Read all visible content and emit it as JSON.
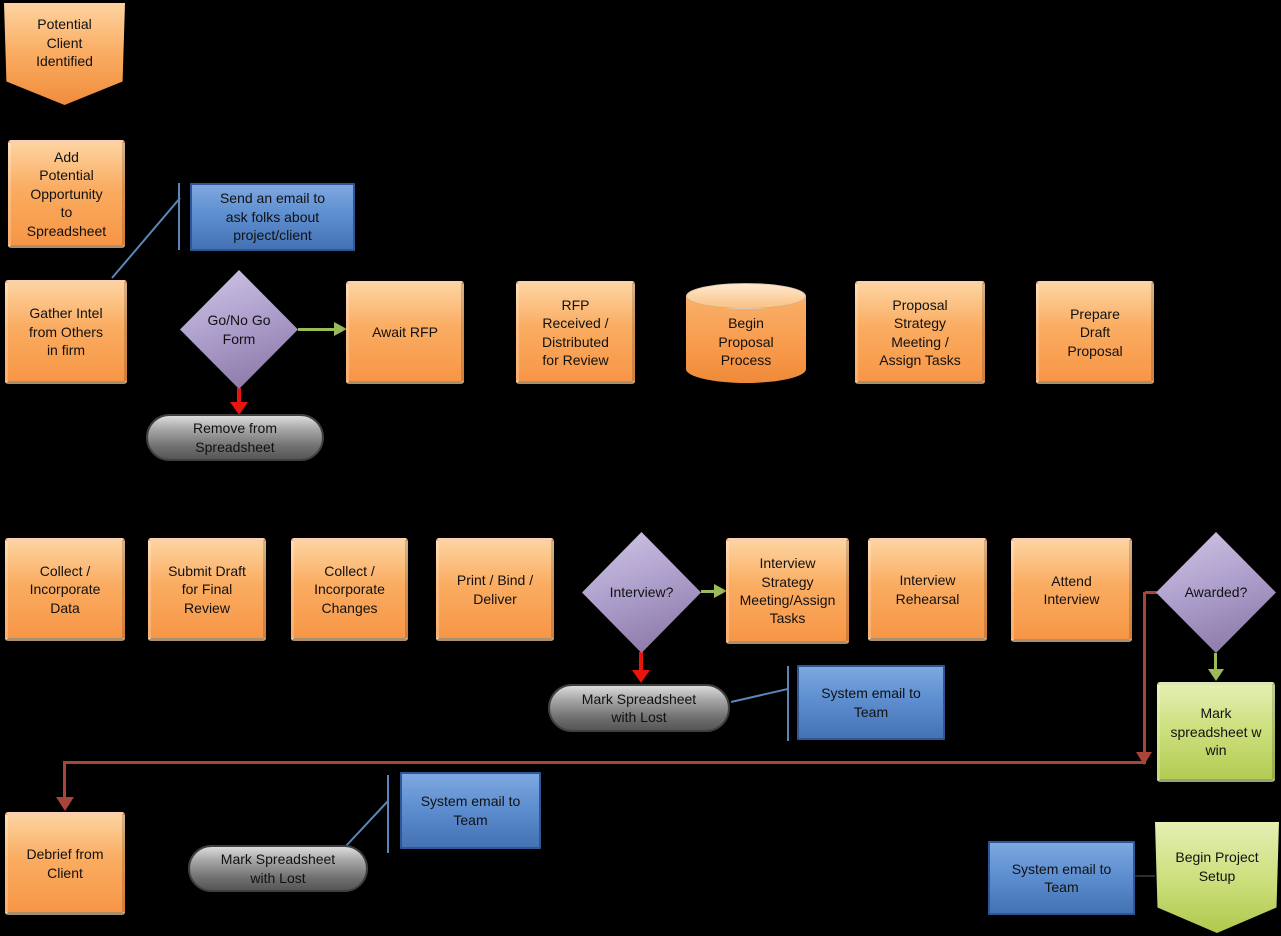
{
  "diagram": {
    "background_color": "#000000",
    "palette": {
      "process_orange": "#F79646",
      "note_blue": "#4472B4",
      "decision_purple": "#8064A2",
      "terminator_gray": "#808080",
      "win_green": "#C3D69B",
      "arrow_green": "#9BBB59",
      "arrow_red": "#E8150D",
      "arrow_dark_red": "#A94438",
      "callout_blue": "#5B87B8"
    }
  },
  "nodes": [
    {
      "id": "potential-client-identified",
      "shape": "banner",
      "fill": "orange",
      "label": "Potential\nClient\nIdentified"
    },
    {
      "id": "add-potential-opportunity",
      "shape": "box",
      "fill": "orange",
      "label": "Add\nPotential\nOpportunity\nto\nSpreadsheet"
    },
    {
      "id": "send-email-ask-folks",
      "shape": "box",
      "fill": "blue",
      "label": "Send an email to\nask folks about\nproject/client"
    },
    {
      "id": "gather-intel",
      "shape": "box",
      "fill": "orange",
      "label": "Gather Intel\nfrom Others\nin firm"
    },
    {
      "id": "go-no-go-form",
      "shape": "diamond",
      "fill": "purple",
      "label": "Go/No Go\nForm"
    },
    {
      "id": "remove-from-spreadsheet",
      "shape": "pill",
      "fill": "gray",
      "label": "Remove from\nSpreadsheet"
    },
    {
      "id": "await-rfp",
      "shape": "box",
      "fill": "orange",
      "label": "Await RFP"
    },
    {
      "id": "rfp-received",
      "shape": "box",
      "fill": "orange",
      "label": "RFP\nReceived /\nDistributed\nfor Review"
    },
    {
      "id": "begin-proposal-process",
      "shape": "cylinder",
      "fill": "orange",
      "label": "Begin\nProposal\nProcess"
    },
    {
      "id": "proposal-strategy-meeting",
      "shape": "box",
      "fill": "orange",
      "label": "Proposal\nStrategy\nMeeting /\nAssign Tasks"
    },
    {
      "id": "prepare-draft-proposal",
      "shape": "box",
      "fill": "orange",
      "label": "Prepare\nDraft\nProposal"
    },
    {
      "id": "collect-incorporate-data",
      "shape": "box",
      "fill": "orange",
      "label": "Collect /\nIncorporate\nData"
    },
    {
      "id": "submit-draft-final-review",
      "shape": "box",
      "fill": "orange",
      "label": "Submit Draft\nfor Final\nReview"
    },
    {
      "id": "collect-incorporate-changes",
      "shape": "box",
      "fill": "orange",
      "label": "Collect /\nIncorporate\nChanges"
    },
    {
      "id": "print-bind-deliver",
      "shape": "box",
      "fill": "orange",
      "label": "Print / Bind /\nDeliver"
    },
    {
      "id": "interview-decision",
      "shape": "diamond",
      "fill": "purple",
      "label": "Interview?"
    },
    {
      "id": "interview-strategy-meeting",
      "shape": "box",
      "fill": "orange",
      "label": "Interview\nStrategy\nMeeting/Assign\nTasks"
    },
    {
      "id": "interview-rehearsal",
      "shape": "box",
      "fill": "orange",
      "label": "Interview\nRehearsal"
    },
    {
      "id": "attend-interview",
      "shape": "box",
      "fill": "orange",
      "label": "Attend\nInterview"
    },
    {
      "id": "awarded-decision",
      "shape": "diamond",
      "fill": "purple",
      "label": "Awarded?"
    },
    {
      "id": "mark-spreadsheet-lost-mid",
      "shape": "pill",
      "fill": "gray",
      "label": "Mark Spreadsheet\nwith Lost"
    },
    {
      "id": "system-email-team-mid",
      "shape": "box",
      "fill": "blue",
      "label": "System email to\nTeam"
    },
    {
      "id": "mark-spreadsheet-win",
      "shape": "box",
      "fill": "green",
      "label": "Mark\nspreadsheet w\nwin"
    },
    {
      "id": "debrief-from-client",
      "shape": "box",
      "fill": "orange",
      "label": "Debrief from\nClient"
    },
    {
      "id": "mark-spreadsheet-lost-bottom",
      "shape": "pill",
      "fill": "gray",
      "label": "Mark Spreadsheet\nwith Lost"
    },
    {
      "id": "system-email-team-bottom-left",
      "shape": "box",
      "fill": "blue",
      "label": "System email to\nTeam"
    },
    {
      "id": "system-email-team-bottom-right",
      "shape": "box",
      "fill": "blue",
      "label": "System email to\nTeam"
    },
    {
      "id": "begin-project-setup",
      "shape": "banner",
      "fill": "green",
      "label": "Begin Project\nSetup"
    }
  ],
  "connectors": [
    {
      "name": "callout-gather-intel-to-email-note",
      "type": "callout-line",
      "color": "#5B87B8",
      "from": "gather-intel",
      "to": "send-email-ask-folks"
    },
    {
      "name": "go-no-go-to-await-rfp",
      "type": "arrow",
      "color": "#9BBB59",
      "from": "go-no-go-form",
      "to": "await-rfp"
    },
    {
      "name": "go-no-go-to-remove-from-spreadsheet",
      "type": "arrow",
      "color": "#E8150D",
      "from": "go-no-go-form",
      "to": "remove-from-spreadsheet"
    },
    {
      "name": "interview-to-strategy-meeting",
      "type": "arrow",
      "color": "#9BBB59",
      "from": "interview-decision",
      "to": "interview-strategy-meeting"
    },
    {
      "name": "interview-to-mark-lost",
      "type": "arrow",
      "color": "#E8150D",
      "from": "interview-decision",
      "to": "mark-spreadsheet-lost-mid"
    },
    {
      "name": "awarded-to-mark-win",
      "type": "arrow",
      "color": "#9BBB59",
      "from": "awarded-decision",
      "to": "mark-spreadsheet-win"
    },
    {
      "name": "awarded-to-debrief",
      "type": "elbow-arrow",
      "color": "#A94438",
      "from": "awarded-decision",
      "to": "debrief-from-client"
    },
    {
      "name": "callout-mark-lost-mid-to-system-email",
      "type": "callout-line",
      "color": "#5B87B8",
      "from": "mark-spreadsheet-lost-mid",
      "to": "system-email-team-mid"
    },
    {
      "name": "callout-mark-lost-bottom-to-system-email",
      "type": "callout-line",
      "color": "#5B87B8",
      "from": "mark-spreadsheet-lost-bottom",
      "to": "system-email-team-bottom-left"
    },
    {
      "name": "system-email-to-begin-project-setup",
      "type": "line",
      "color": "#303030",
      "from": "system-email-team-bottom-right",
      "to": "begin-project-setup"
    }
  ]
}
